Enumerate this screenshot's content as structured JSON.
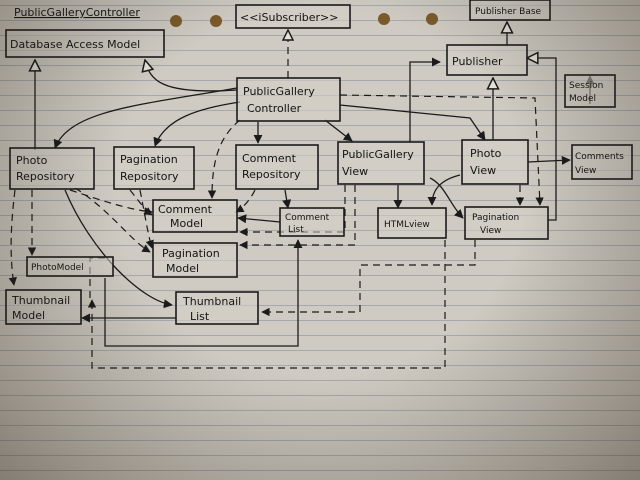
{
  "title": "PublicGalleryController",
  "boxes": {
    "database_access_model": "Database Access Model",
    "isubscriber": "<<iSubscriber>>",
    "publisher_base": "Publisher Base",
    "publisher": "Publisher",
    "session_model": [
      "Session",
      "Model"
    ],
    "controller": [
      "PublicGallery",
      "Controller"
    ],
    "photo_repository": [
      "Photo",
      "Repository"
    ],
    "pagination_repository": [
      "Pagination",
      "Repository"
    ],
    "comment_repository": [
      "Comment",
      "Repository"
    ],
    "public_gallery_view": [
      "PublicGallery",
      "View"
    ],
    "photo_view": [
      "Photo",
      "View"
    ],
    "comments_view": [
      "Comments",
      "View"
    ],
    "comment_model": [
      "Comment",
      "Model"
    ],
    "comment_list": [
      "Comment",
      "List"
    ],
    "html_view": "HTMLview",
    "pagination_view": [
      "Pagination",
      "View"
    ],
    "photo_model": "PhotoModel",
    "pagination_model": [
      "Pagination",
      "Model"
    ],
    "thumbnail_model": [
      "Thumbnail",
      "Model"
    ],
    "thumbnail_list": [
      "Thumbnail",
      "List"
    ]
  }
}
